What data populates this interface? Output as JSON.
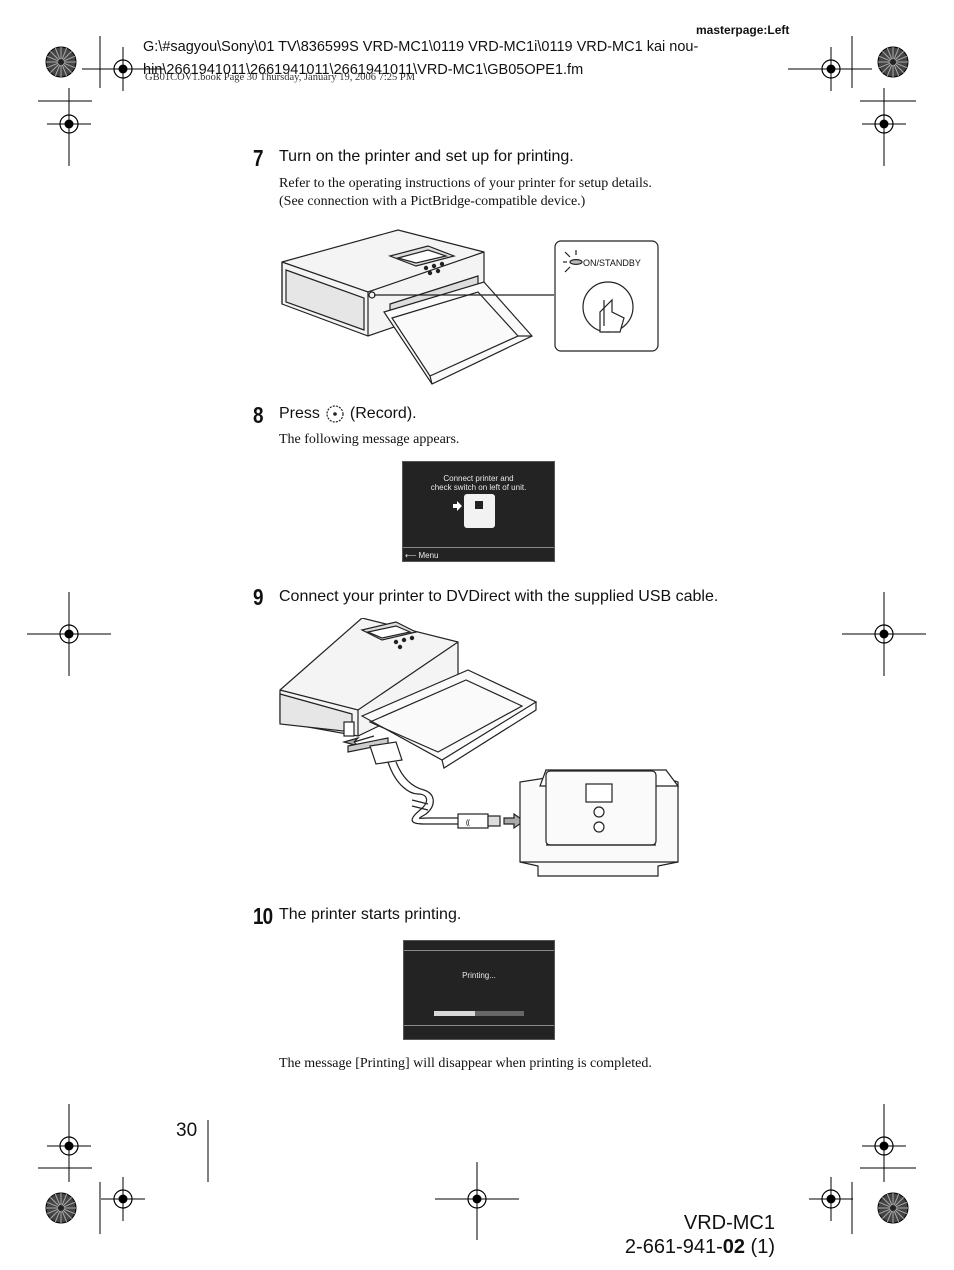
{
  "header": {
    "masterpage": "masterpage:Left",
    "path_line1": "G:\\#sagyou\\Sony\\01 TV\\836599S VRD-MC1\\0119 VRD-MC1i\\0119 VRD-MC1 kai nou-",
    "path_line2": "hin\\2661941011\\2661941011\\2661941011\\VRD-MC1\\GB05OPE1.fm",
    "book_line": "GB01COV1.book  Page 30  Thursday, January 19, 2006  7:25 PM"
  },
  "steps": [
    {
      "number": "7",
      "heading": "Turn on the printer and set up for printing.",
      "body_line1": "Refer to the operating instructions of your printer for setup details.",
      "body_line2": "(See connection with a PictBridge-compatible device.)",
      "illustration_label": "ON/STANDBY"
    },
    {
      "number": "8",
      "heading_prefix": "Press",
      "heading_suffix": "(Record).",
      "body_line1": "The following message appears.",
      "screen_line1": "Connect printer and",
      "screen_line2": "check switch on left of unit.",
      "screen_menu": "Menu"
    },
    {
      "number": "9",
      "heading": "Connect your printer to DVDirect with the supplied USB cable."
    },
    {
      "number": "10",
      "heading": "The printer starts printing.",
      "screen_text": "Printing...",
      "progress": 0.45,
      "note": "The message [Printing] will disappear when printing is completed."
    }
  ],
  "footer": {
    "page_number": "30",
    "model": "VRD-MC1",
    "code_prefix": "2-661-941-",
    "code_bold": "02",
    "code_suffix": " (1)"
  }
}
